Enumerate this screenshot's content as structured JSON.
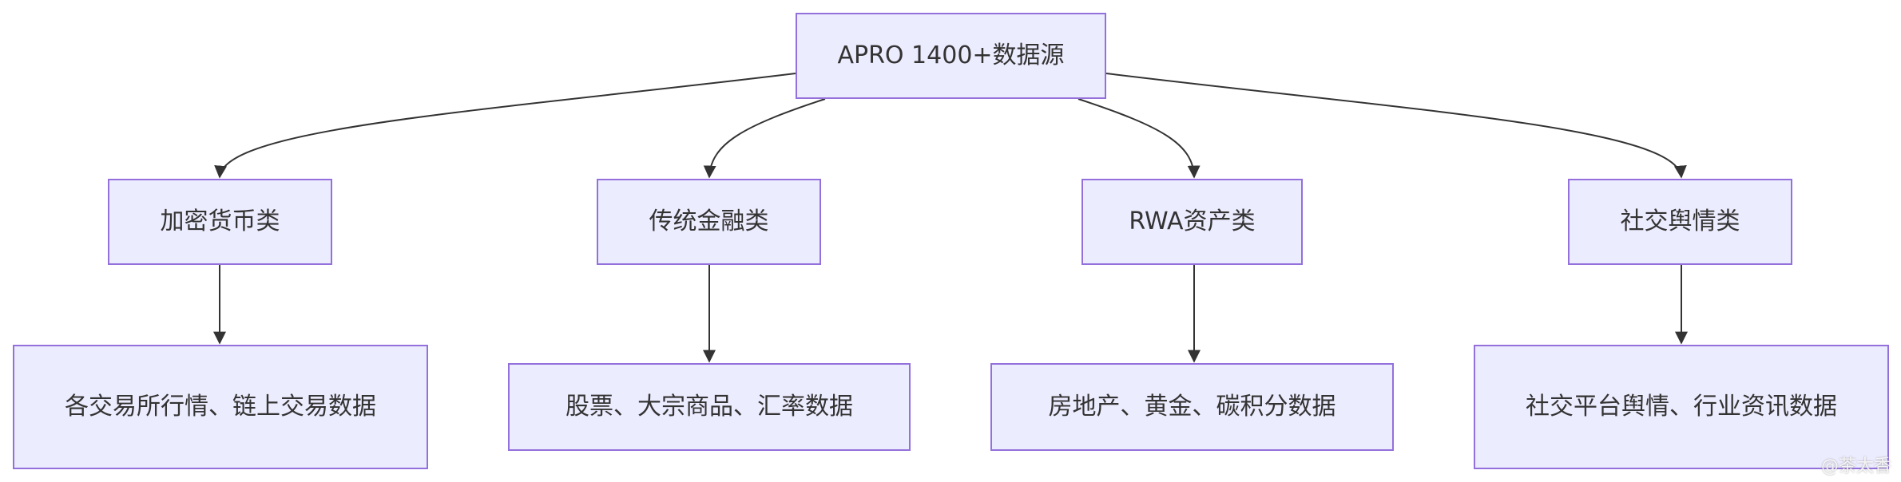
{
  "colors": {
    "node_fill": "#ececff",
    "node_border": "#9370db",
    "edge": "#333333",
    "text": "#333333"
  },
  "diagram": {
    "root": {
      "label": "APRO 1400+数据源"
    },
    "categories": [
      {
        "label": "加密货币类",
        "detail": "各交易所行情、链上交易数据"
      },
      {
        "label": "传统金融类",
        "detail": "股票、大宗商品、汇率数据"
      },
      {
        "label": "RWA资产类",
        "detail": "房地产、黄金、碳积分数据"
      },
      {
        "label": "社交舆情类",
        "detail": "社交平台舆情、行业资讯数据"
      }
    ]
  },
  "watermark": {
    "text": "@茶太香"
  }
}
